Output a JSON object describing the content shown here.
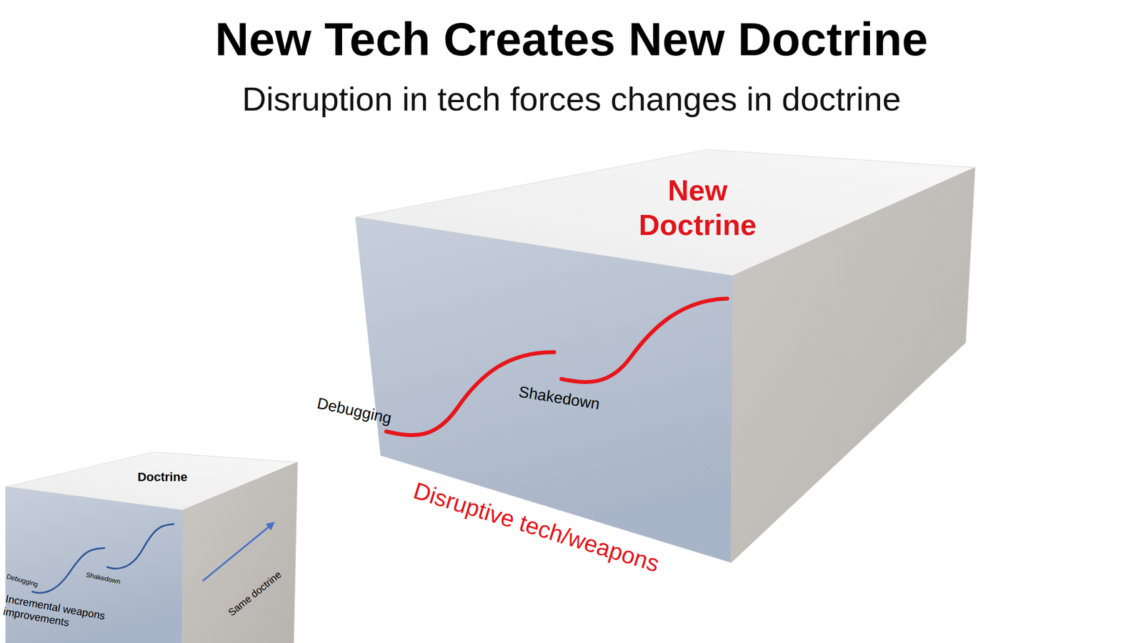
{
  "diagram": {
    "title": "New Tech Creates New Doctrine",
    "nodes": [
      {
        "text": [
          "Doctrine",
          "Debugging",
          "Shakedown",
          "Incremental weapons improvements",
          "Same doctrine"
        ]
      },
      {
        "text": [
          "New Doctrine",
          "Debugging",
          "Shakedown",
          "Disruptive tech/weapons"
        ]
      }
    ],
    "labels": [
      "Disruption in tech forces changes in doctrine"
    ]
  }
}
